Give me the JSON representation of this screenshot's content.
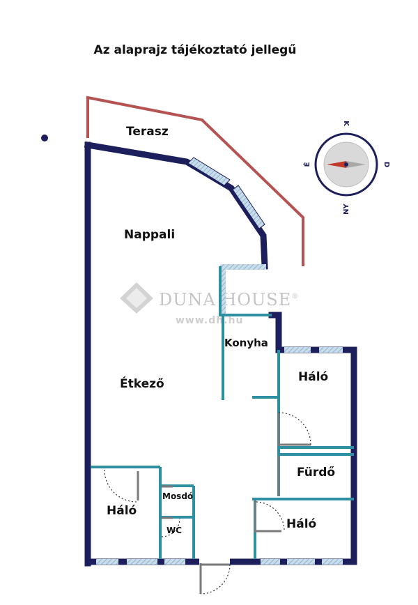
{
  "caption": "Az alaprajz tájékoztató jellegű",
  "rooms": {
    "terasz": "Terasz",
    "nappali": "Nappali",
    "konyha": "Konyha",
    "etkezo": "Étkező",
    "halo_right_top": "Háló",
    "furdo": "Fürdő",
    "halo_right_bottom": "Háló",
    "halo_left": "Háló",
    "mosdo": "Mosdó",
    "wc": "WC"
  },
  "compass": {
    "north": "K",
    "east": "D",
    "south": "NY",
    "west": "É"
  },
  "watermark": {
    "brand": "DUNA HOUSE",
    "registered": "®",
    "url": "www.dh.hu"
  },
  "colors": {
    "outer_wall": "#1d1f5c",
    "inner_wall": "#2e8fa0",
    "terrace": "#b55252",
    "window": "#a9c8de",
    "door_leaf": "#7a7a7a",
    "watermark": "#c4c4c4"
  }
}
